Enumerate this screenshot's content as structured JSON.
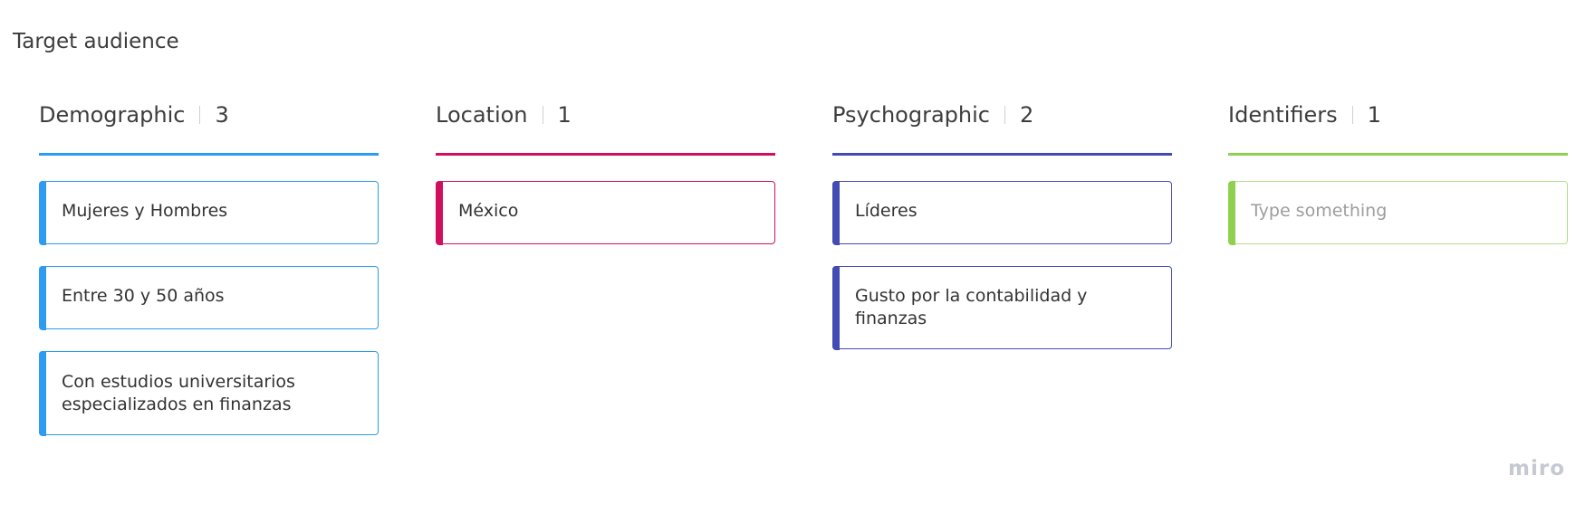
{
  "board": {
    "title": "Target audience"
  },
  "columns": [
    {
      "title": "Demographic",
      "count": "3",
      "color": "#2d9bf0",
      "cards": [
        "Mujeres y Hombres",
        "Entre 30 y 50 años",
        "Con estudios universitarios especializados en finanzas"
      ]
    },
    {
      "title": "Location",
      "count": "1",
      "color": "#d0105e",
      "cards": [
        "México"
      ]
    },
    {
      "title": "Psychographic",
      "count": "2",
      "color": "#414bb2",
      "cards": [
        "Líderes",
        "Gusto por la contabilidad y finanzas"
      ]
    },
    {
      "title": "Identifiers",
      "count": "1",
      "color": "#8fd14f",
      "input": {
        "placeholder": "Type something",
        "value": ""
      }
    }
  ],
  "branding": {
    "logo_text": "miro"
  }
}
